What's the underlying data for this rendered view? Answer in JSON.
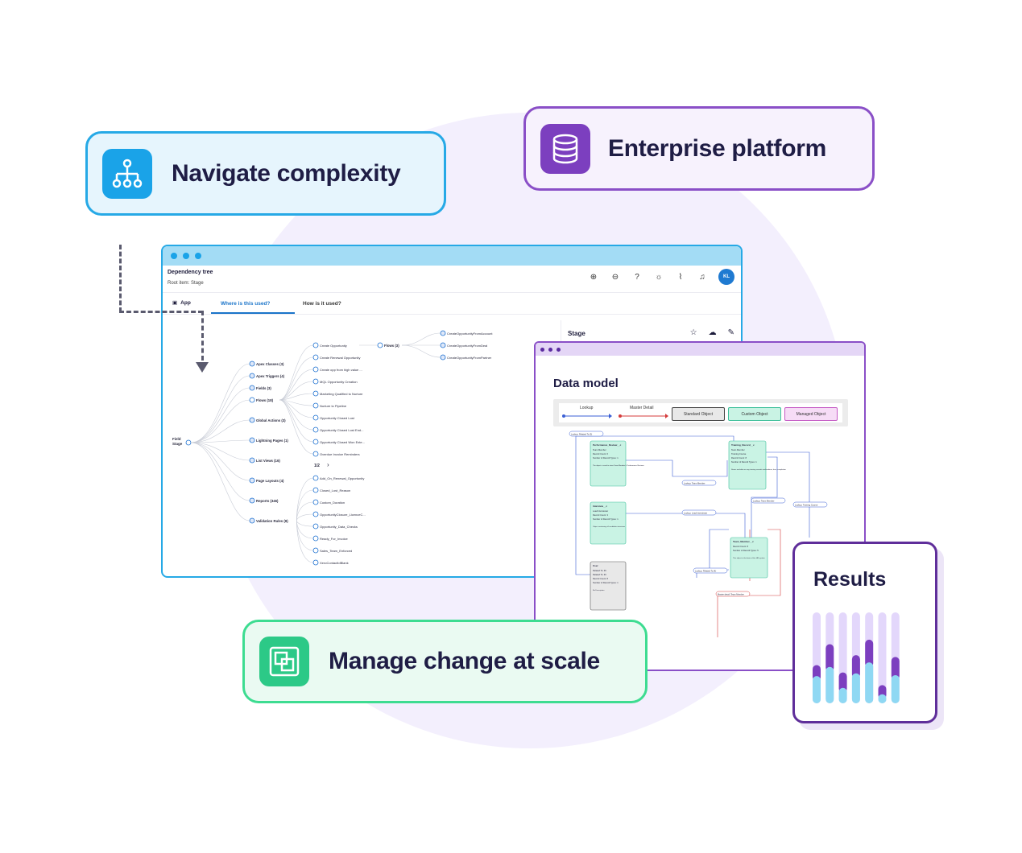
{
  "pills": {
    "navigate": {
      "label": "Navigate complexity",
      "icon": "hierarchy-icon",
      "color": "#26a9e6"
    },
    "enterprise": {
      "label": "Enterprise platform",
      "icon": "database-icon",
      "color": "#8a4fc7"
    },
    "manage": {
      "label": "Manage change at scale",
      "icon": "layers-icon",
      "color": "#3ddc91"
    }
  },
  "dependency": {
    "title": "Dependency tree",
    "root": "Root item: Stage",
    "avatar": "KL",
    "app_label": "App",
    "tabs": [
      "Where is this used?",
      "How is it used?"
    ],
    "side_title": "Stage",
    "root_node": [
      "Field",
      "Stage"
    ],
    "categories": [
      "Apex Classes (3)",
      "Apex Triggers (4)",
      "Fields (3)",
      "Flows (18)",
      "Global Actions (3)",
      "Lightning Pages (1)",
      "List Views (16)",
      "Page Layouts (4)",
      "Reports (346)",
      "Validation Rules (8)"
    ],
    "flow_items": [
      "Create Opportunity",
      "Create Renewal Opportunity",
      "Create opp from high value ...",
      "MQL Opportunity Creation",
      "Marketing Qualified to Nurture",
      "Nurture to Pipeline",
      "Opportunity Closed Lost",
      "Opportunity Closed Lost End...",
      "Opportunity Closed Won Exte...",
      "Overdue Invoice Reminders"
    ],
    "pager": "1/2",
    "sub_flows_label": "Flows (3)",
    "sub_flows": [
      "CreateOpportunityFromAccount",
      "CreateOpportunityFromDeal",
      "CreateOpportunityFromPartner"
    ],
    "validation_items": [
      "Add_On_Renewal_Opportunity",
      "Closed_Lost_Reason",
      "Custom_Duration",
      "OpportunityClosure_LicenceC...",
      "Opportunity_Data_Checks",
      "Ready_For_Invoice",
      "Sales_Team_Enforced",
      "XeroContactIdBlank"
    ]
  },
  "data_model": {
    "title": "Data model",
    "legend": [
      "Lookup",
      "Master Detail",
      "Standard Object",
      "Custom Object",
      "Managed Object"
    ],
    "objects": [
      {
        "name": "Performance_Review__c",
        "lines": [
          "Team Member",
          "Record Count: 6",
          "Number of Record Types: 1"
        ],
        "note": "The object is used to store Team Member's Performance Reviews",
        "kind": "custom"
      },
      {
        "name": "Training_Record__c",
        "lines": [
          "Team Member",
          "Training Course",
          "Record Count: 8",
          "Number of Record Types: 1"
        ],
        "note": "Stores and data on any training records and webinar, fees, completion",
        "kind": "custom"
      },
      {
        "name": "Interview__c",
        "lines": [
          "Lead Interviewer",
          "Record Count: 3",
          "Number of Record Types: 1"
        ],
        "note": "Object containing all candidate interviews",
        "kind": "custom"
      },
      {
        "name": "Team_Member__c",
        "lines": [
          "Record Count: 8",
          "Number of Record Types: 5"
        ],
        "note": "This object is the basis of the HR system",
        "kind": "custom"
      },
      {
        "name": "User",
        "lines": [
          "Related To: 36",
          "Related To: 30",
          "Record Count: 8",
          "Number of Record Types: 1"
        ],
        "note": "No Description",
        "kind": "standard"
      }
    ],
    "relations": [
      "Lookup: Related To (3)",
      "Lookup: Team Member",
      "Lookup: Lead Interviewer",
      "Lookup: Team Member",
      "Lookup: Training Course",
      "Lookup: Related To (4)",
      "Master detail: Team Member"
    ]
  },
  "results": {
    "title": "Results",
    "bars": [
      {
        "light": 0.3,
        "dark": 0.12
      },
      {
        "light": 0.4,
        "dark": 0.25
      },
      {
        "light": 0.17,
        "dark": 0.17
      },
      {
        "light": 0.33,
        "dark": 0.2
      },
      {
        "light": 0.45,
        "dark": 0.25
      },
      {
        "light": 0.1,
        "dark": 0.1
      },
      {
        "light": 0.31,
        "dark": 0.2
      }
    ],
    "colors": {
      "track": "#e3d7fb",
      "light": "#8fd8f3",
      "dark": "#7c3fbf"
    }
  }
}
